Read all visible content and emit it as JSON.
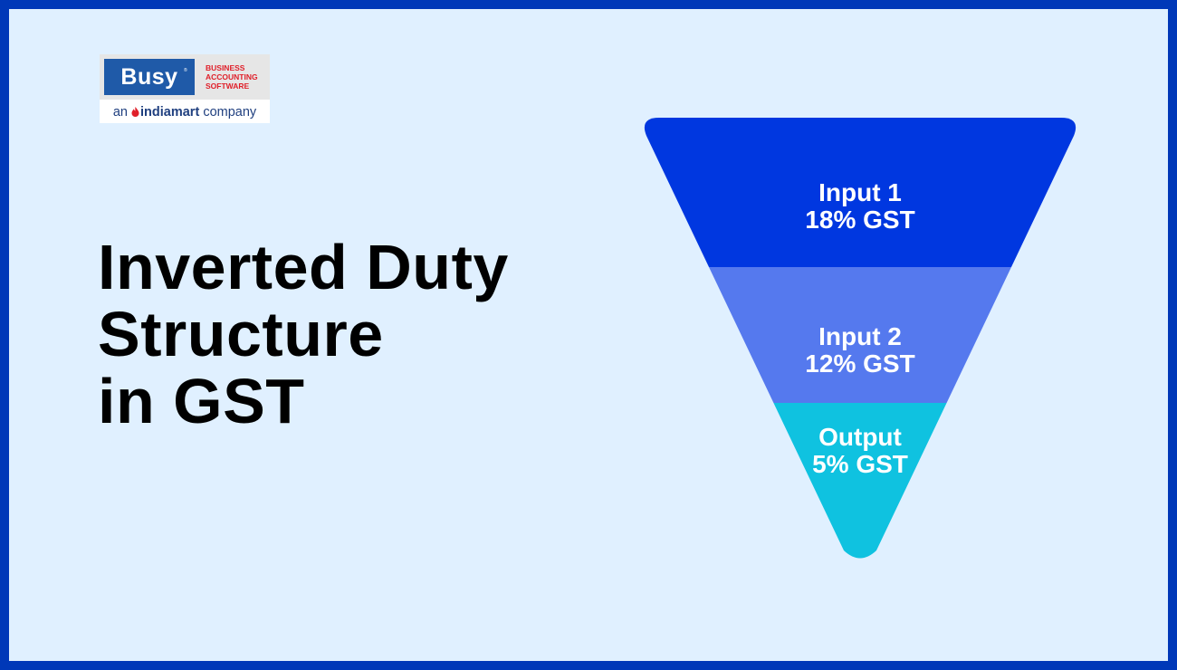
{
  "logo": {
    "name": "Busy",
    "registered": "®",
    "tagline": [
      "BUSINESS",
      "ACCOUNTING",
      "SOFTWARE"
    ],
    "company_prefix": "an",
    "company_brand": "indiamart",
    "company_suffix": "company"
  },
  "title": {
    "lines": [
      "Inverted Duty",
      "Structure",
      "in GST"
    ]
  },
  "funnel": {
    "layers": [
      {
        "name": "Input 1",
        "rate": "18% GST",
        "color": "#0037e0"
      },
      {
        "name": "Input 2",
        "rate": "12% GST",
        "color": "#5579ee"
      },
      {
        "name": "Output",
        "rate": "5% GST",
        "color": "#0fc2e0"
      }
    ]
  }
}
